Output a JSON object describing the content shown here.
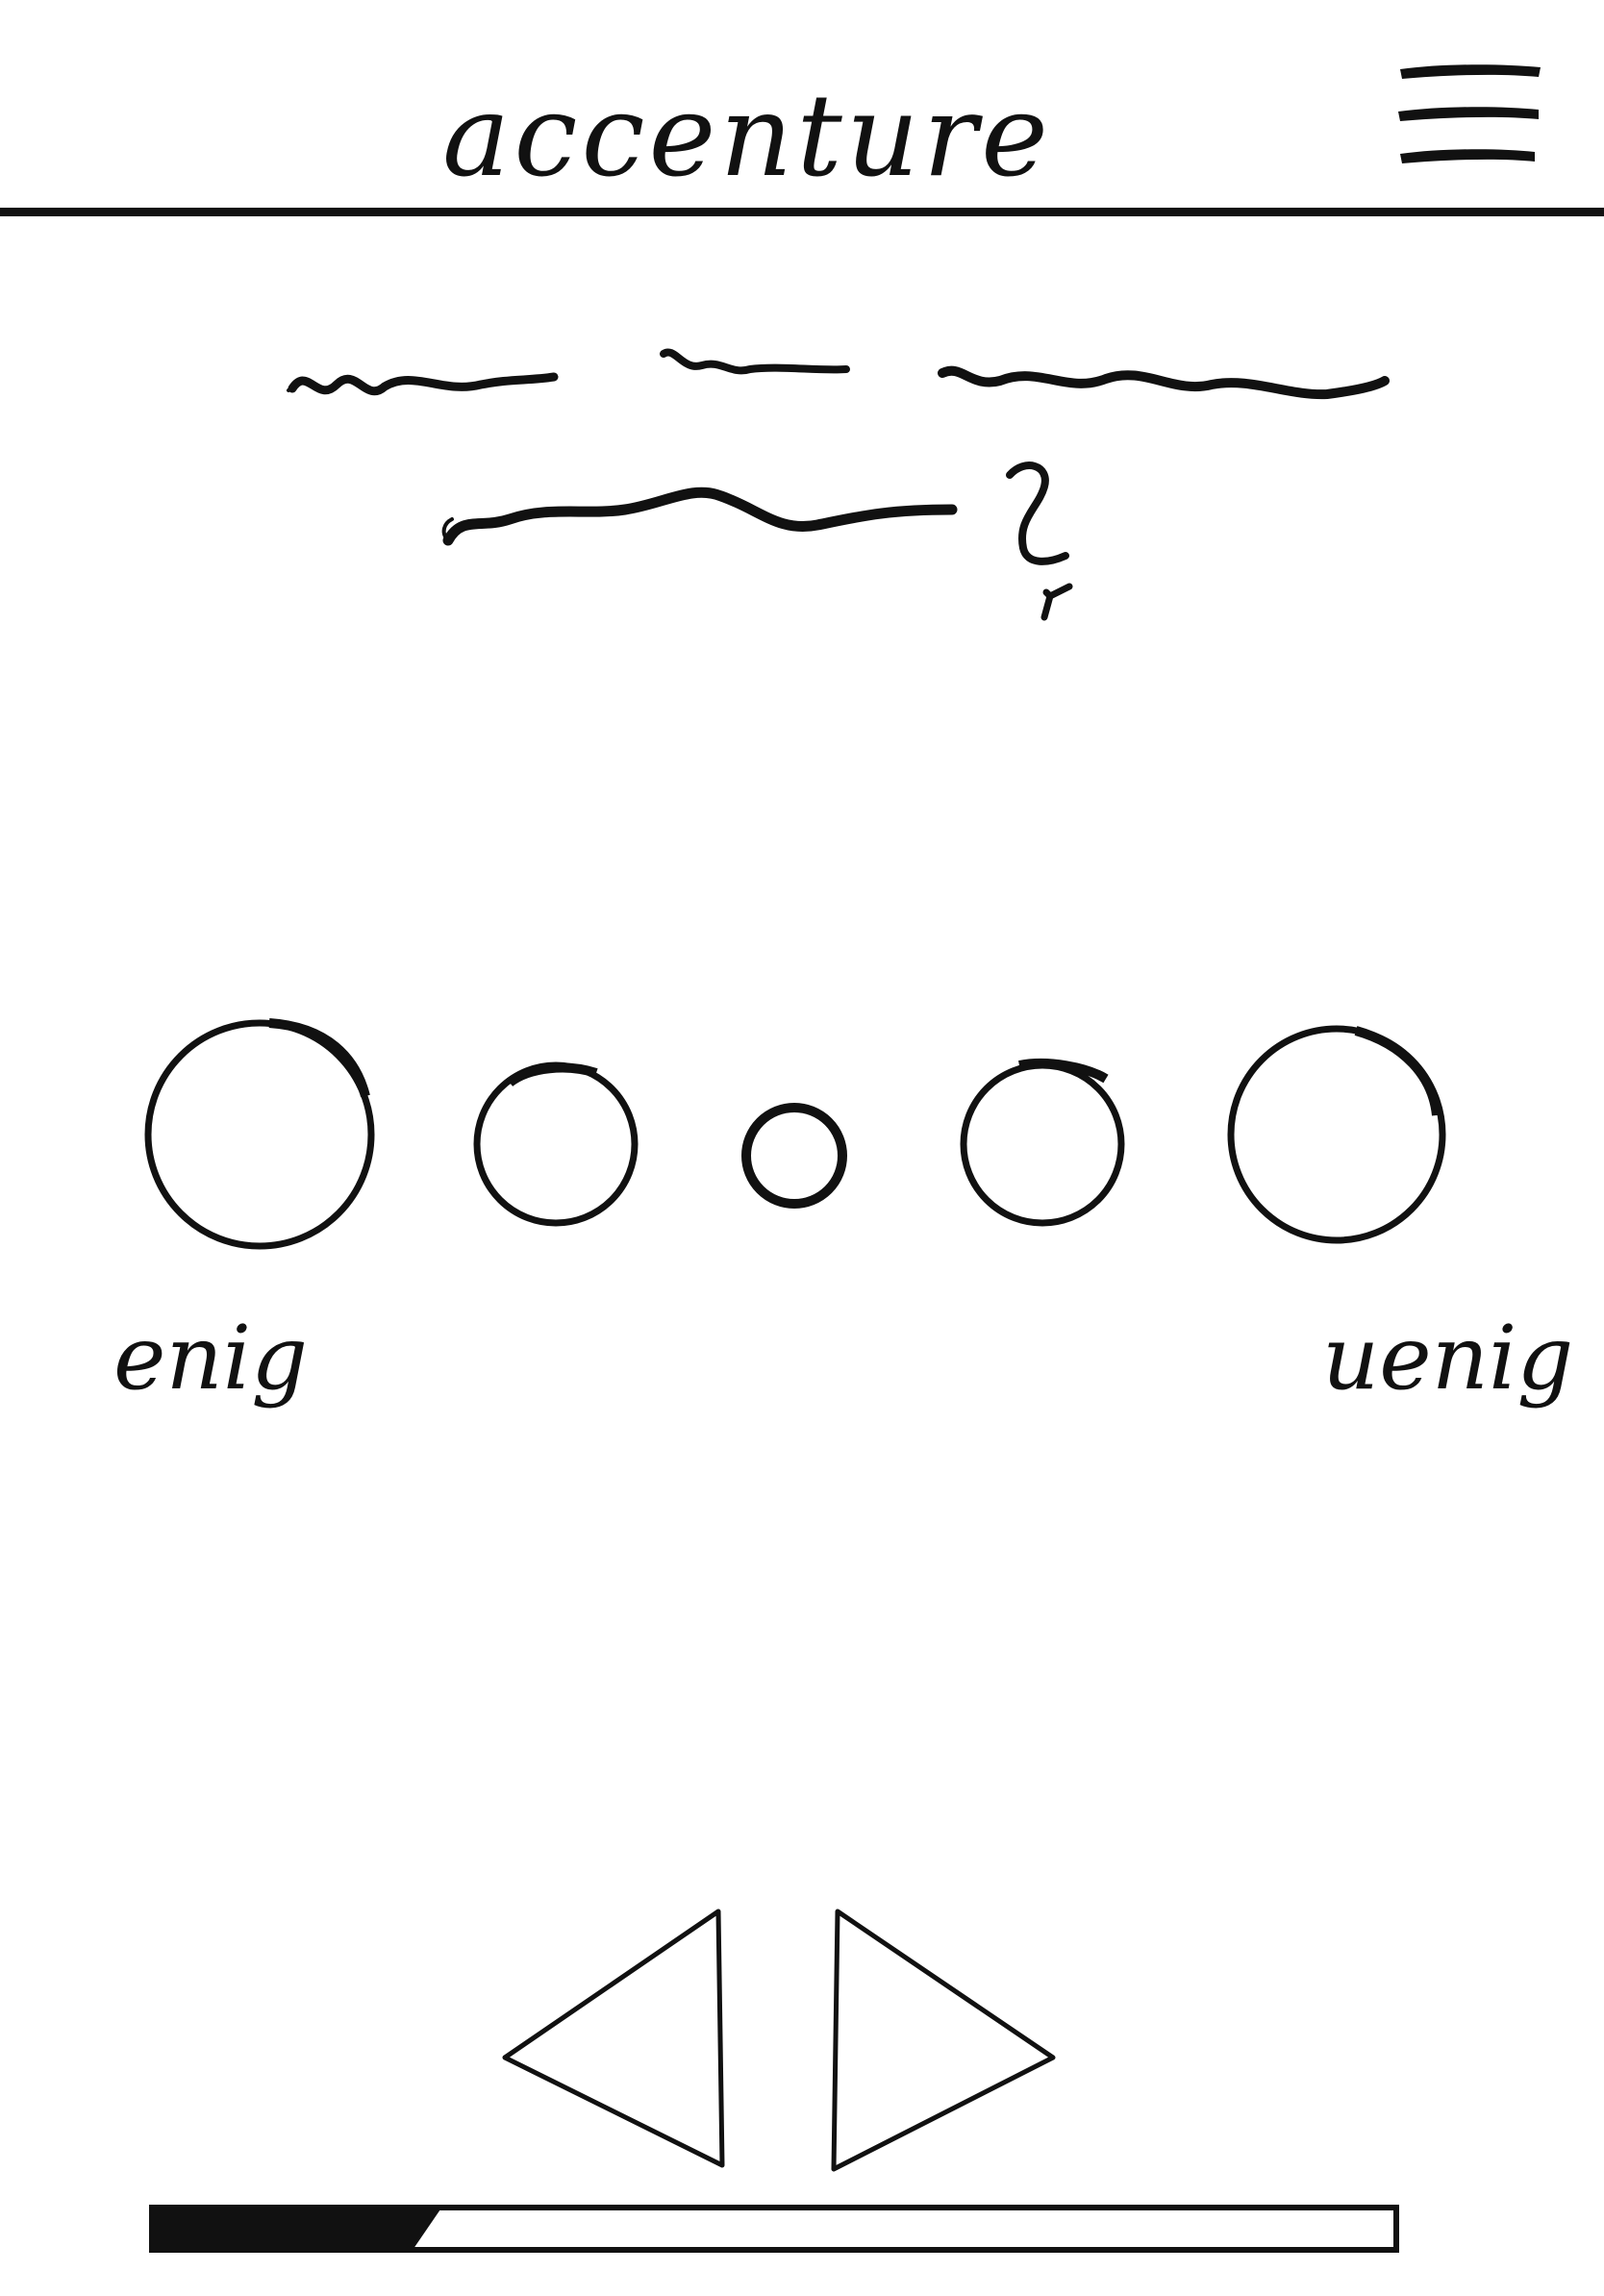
{
  "header": {
    "brand": "accenture",
    "menu_icon": "hamburger-menu-icon"
  },
  "question": {
    "placeholder_icon": "scribble-text-placeholder",
    "end_icon": "question-mark-icon"
  },
  "scale": {
    "options_count": 5,
    "left_label": "enig",
    "right_label": "uenig"
  },
  "navigation": {
    "previous_icon": "triangle-left-icon",
    "next_icon": "triangle-right-icon"
  },
  "progress": {
    "fraction": 0.23
  },
  "colors": {
    "ink": "#111111",
    "paper": "#ffffff"
  }
}
